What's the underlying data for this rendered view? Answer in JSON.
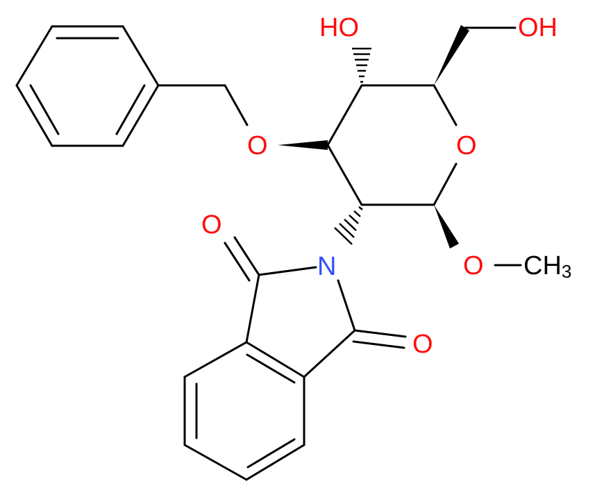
{
  "colors": {
    "bond": "#000000",
    "oxygen": "#ff0d0d",
    "nitrogen": "#3050f8",
    "carbon": "#000000",
    "background": "#ffffff"
  },
  "labels": {
    "oh_top": "HO",
    "oh_right": "OH",
    "o_benzyloxy": "O",
    "o_ring": "O",
    "o_carbonyl_top": "O",
    "n_imide": "N",
    "o_carbonyl_bottom": "O",
    "o_methoxy": "O",
    "methyl": "CH",
    "methyl_sub": "3"
  }
}
